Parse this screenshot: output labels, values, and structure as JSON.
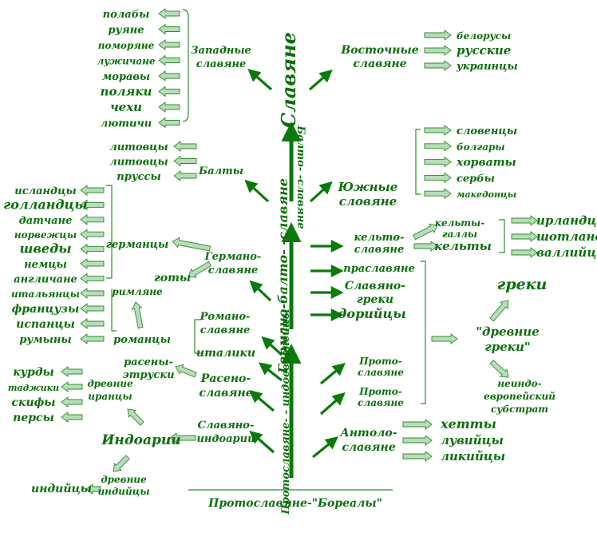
{
  "colors": {
    "text": "#0a6e0a",
    "arrow": "#0a7a0a",
    "hollow_arrow": "#b9dcb9",
    "hollow_stroke": "#2e8b2e",
    "line": "#2e8b2e"
  },
  "center_trunk": {
    "top": "Славяне",
    "balto_slav": "Балто- -славяне",
    "germano_balto_slav": "Германо-балто- -славяне",
    "proto_indo": "Протославяне- - индоевропейцы",
    "base": "Протославяне-\"Бореалы\""
  },
  "west_slavs": {
    "label": "Западные славяне",
    "items": [
      "полабы",
      "руяне",
      "поморяне",
      "лужичане",
      "моравы",
      "поляки",
      "чехи",
      "лютичи"
    ]
  },
  "east_slavs": {
    "label": "Восточные славяне",
    "items": [
      "белорусы",
      "русские",
      "украинцы"
    ]
  },
  "south_slavs": {
    "label": "Южные словяне",
    "items": [
      "словенцы",
      "болгары",
      "хорваты",
      "сербы",
      "македонцы"
    ]
  },
  "balts": {
    "label": "Балты",
    "items": [
      "литовцы",
      "литовцы",
      "пруссы"
    ]
  },
  "germanic": {
    "label": "германцы",
    "source": "Германо- славяне",
    "goths": "готы",
    "items": [
      "исландцы",
      "голландцы",
      "датчане",
      "норвежцы",
      "шведы",
      "немцы",
      "англичане"
    ]
  },
  "romance": {
    "source": "Романо- славяне",
    "italics": "италики",
    "romans": "романцы",
    "rimlyane": "римляне",
    "items": [
      "итальянцы",
      "французы",
      "испанцы",
      "румыны"
    ]
  },
  "raseno": {
    "source": "Расено- славяне",
    "etruscans": "расены- этруски"
  },
  "indo": {
    "source": "Славяно- индоарии",
    "indoarii": "Индоарии",
    "iranians": "древние иранцы",
    "iran_items": [
      "курды",
      "таджики",
      "скифы",
      "персы"
    ],
    "ancient_indians": "древние индийцы",
    "indians": "индийцы"
  },
  "celtic": {
    "source": "кельто- славяне",
    "celto_gauls": "кельты- галлы",
    "celts": "кельты",
    "items": [
      "ирландцы",
      "шотландцы",
      "валлийцы"
    ]
  },
  "greek": {
    "praslav": "прaславяне",
    "slav_greeks": "Славяно- греки",
    "dorians": "дорийцы",
    "ancient_greeks": "\"древние греки\"",
    "greeks": "греки",
    "substrate": "неиндо- европейский субстрат"
  },
  "proto_right": {
    "a": "Прото- славяне",
    "b": "Прото- славяне"
  },
  "anatolian": {
    "source": "Антоло- славяне",
    "items": [
      "хетты",
      "лувийцы",
      "ликийцы"
    ]
  }
}
